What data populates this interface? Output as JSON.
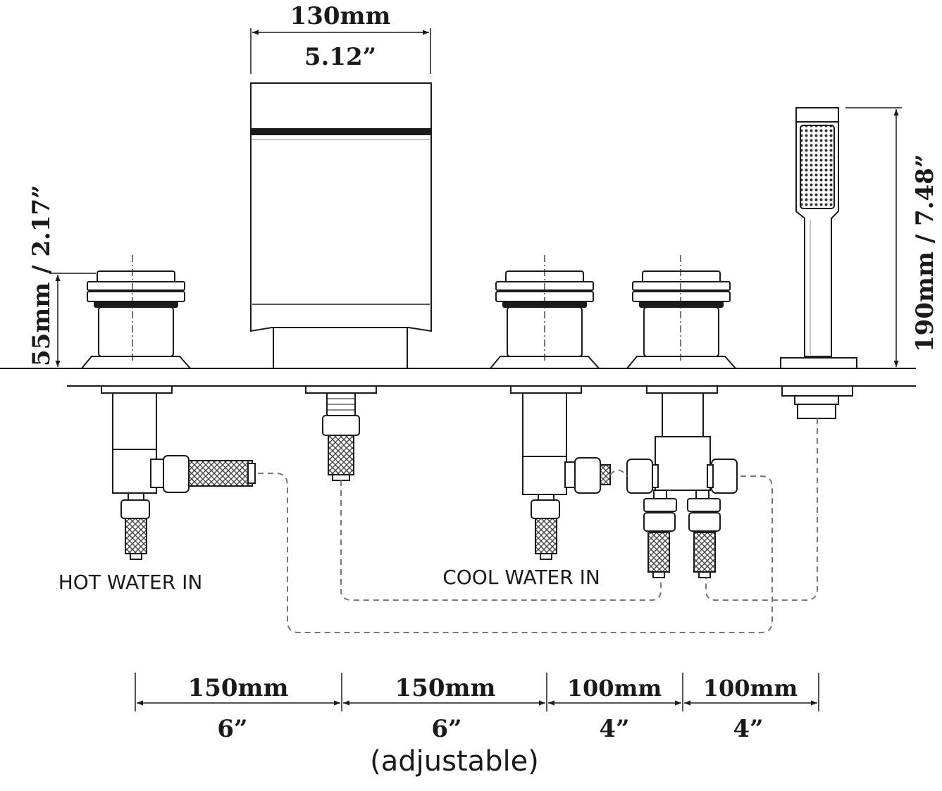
{
  "diagram": {
    "spout_width": {
      "mm": "130mm",
      "inch": "5.12”"
    },
    "handle_height": "55mm / 2.17”",
    "handshower_height": "190mm / 7.48”",
    "labels": {
      "hot": "HOT WATER IN",
      "cool": "COOL WATER IN"
    },
    "spacings": [
      {
        "mm": "150mm",
        "inch": "6”"
      },
      {
        "mm": "150mm",
        "inch": "6”"
      },
      {
        "mm": "100mm",
        "inch": "4”"
      },
      {
        "mm": "100mm",
        "inch": "4”"
      }
    ],
    "note": "(adjustable)",
    "colors": {
      "line": "#1a1a1a",
      "dashed": "#777777",
      "hose": "#555555"
    }
  }
}
